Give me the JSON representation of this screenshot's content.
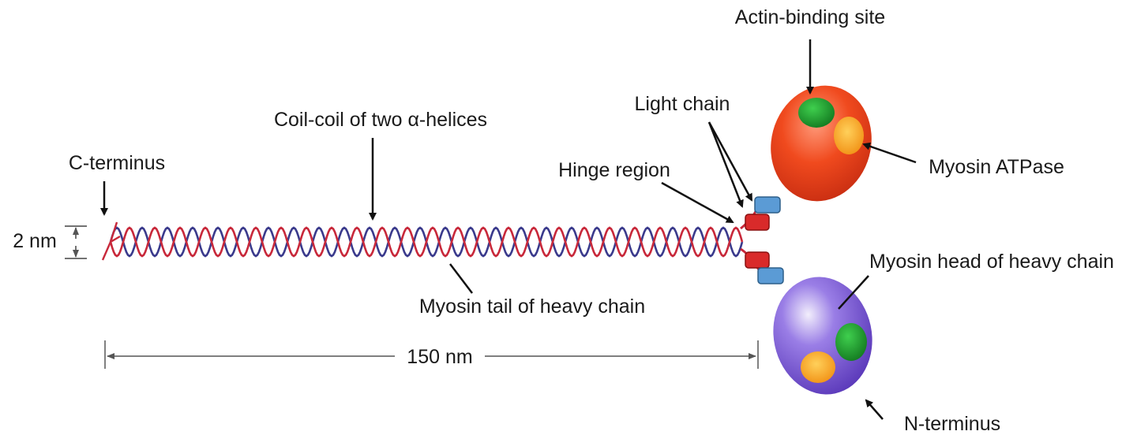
{
  "labels": {
    "actin_binding_site": "Actin-binding site",
    "light_chain": "Light chain",
    "coil_coil": "Coil-coil of two α-helices",
    "c_terminus": "C-terminus",
    "hinge_region": "Hinge region",
    "myosin_atpase": "Myosin ATPase",
    "two_nm": "2 nm",
    "myosin_head": "Myosin head of heavy chain",
    "myosin_tail": "Myosin tail of heavy chain",
    "length_150nm": "150 nm",
    "n_terminus": "N-terminus"
  },
  "colors": {
    "helix_red": "#c8283a",
    "helix_blue": "#3a3a8c",
    "upper_head": "#e63a1a",
    "lower_head": "#6a45c8",
    "actin_site": "#1f9a2e",
    "atpase_site": "#f2a21a",
    "light_chain": "#5b9bd5",
    "hinge": "#d92a2a"
  }
}
